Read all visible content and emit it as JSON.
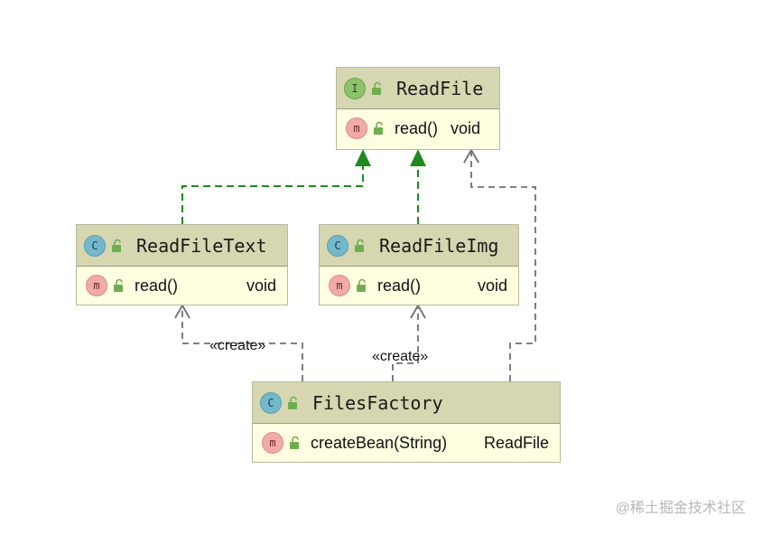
{
  "classes": {
    "readfile": {
      "name": "ReadFile",
      "kind": "I",
      "method": "read()",
      "type": "void"
    },
    "readfiletext": {
      "name": "ReadFileText",
      "kind": "C",
      "method": "read()",
      "type": "void"
    },
    "readfileimg": {
      "name": "ReadFileImg",
      "kind": "C",
      "method": "read()",
      "type": "void"
    },
    "filesfactory": {
      "name": "FilesFactory",
      "kind": "C",
      "method": "createBean(String)",
      "type": "ReadFile"
    }
  },
  "method_badge": "m",
  "relations": {
    "create_label": "«create»"
  },
  "colors": {
    "realization": "#1f8a1f",
    "dependency": "#707070"
  },
  "watermark": "@稀土掘金技术社区"
}
